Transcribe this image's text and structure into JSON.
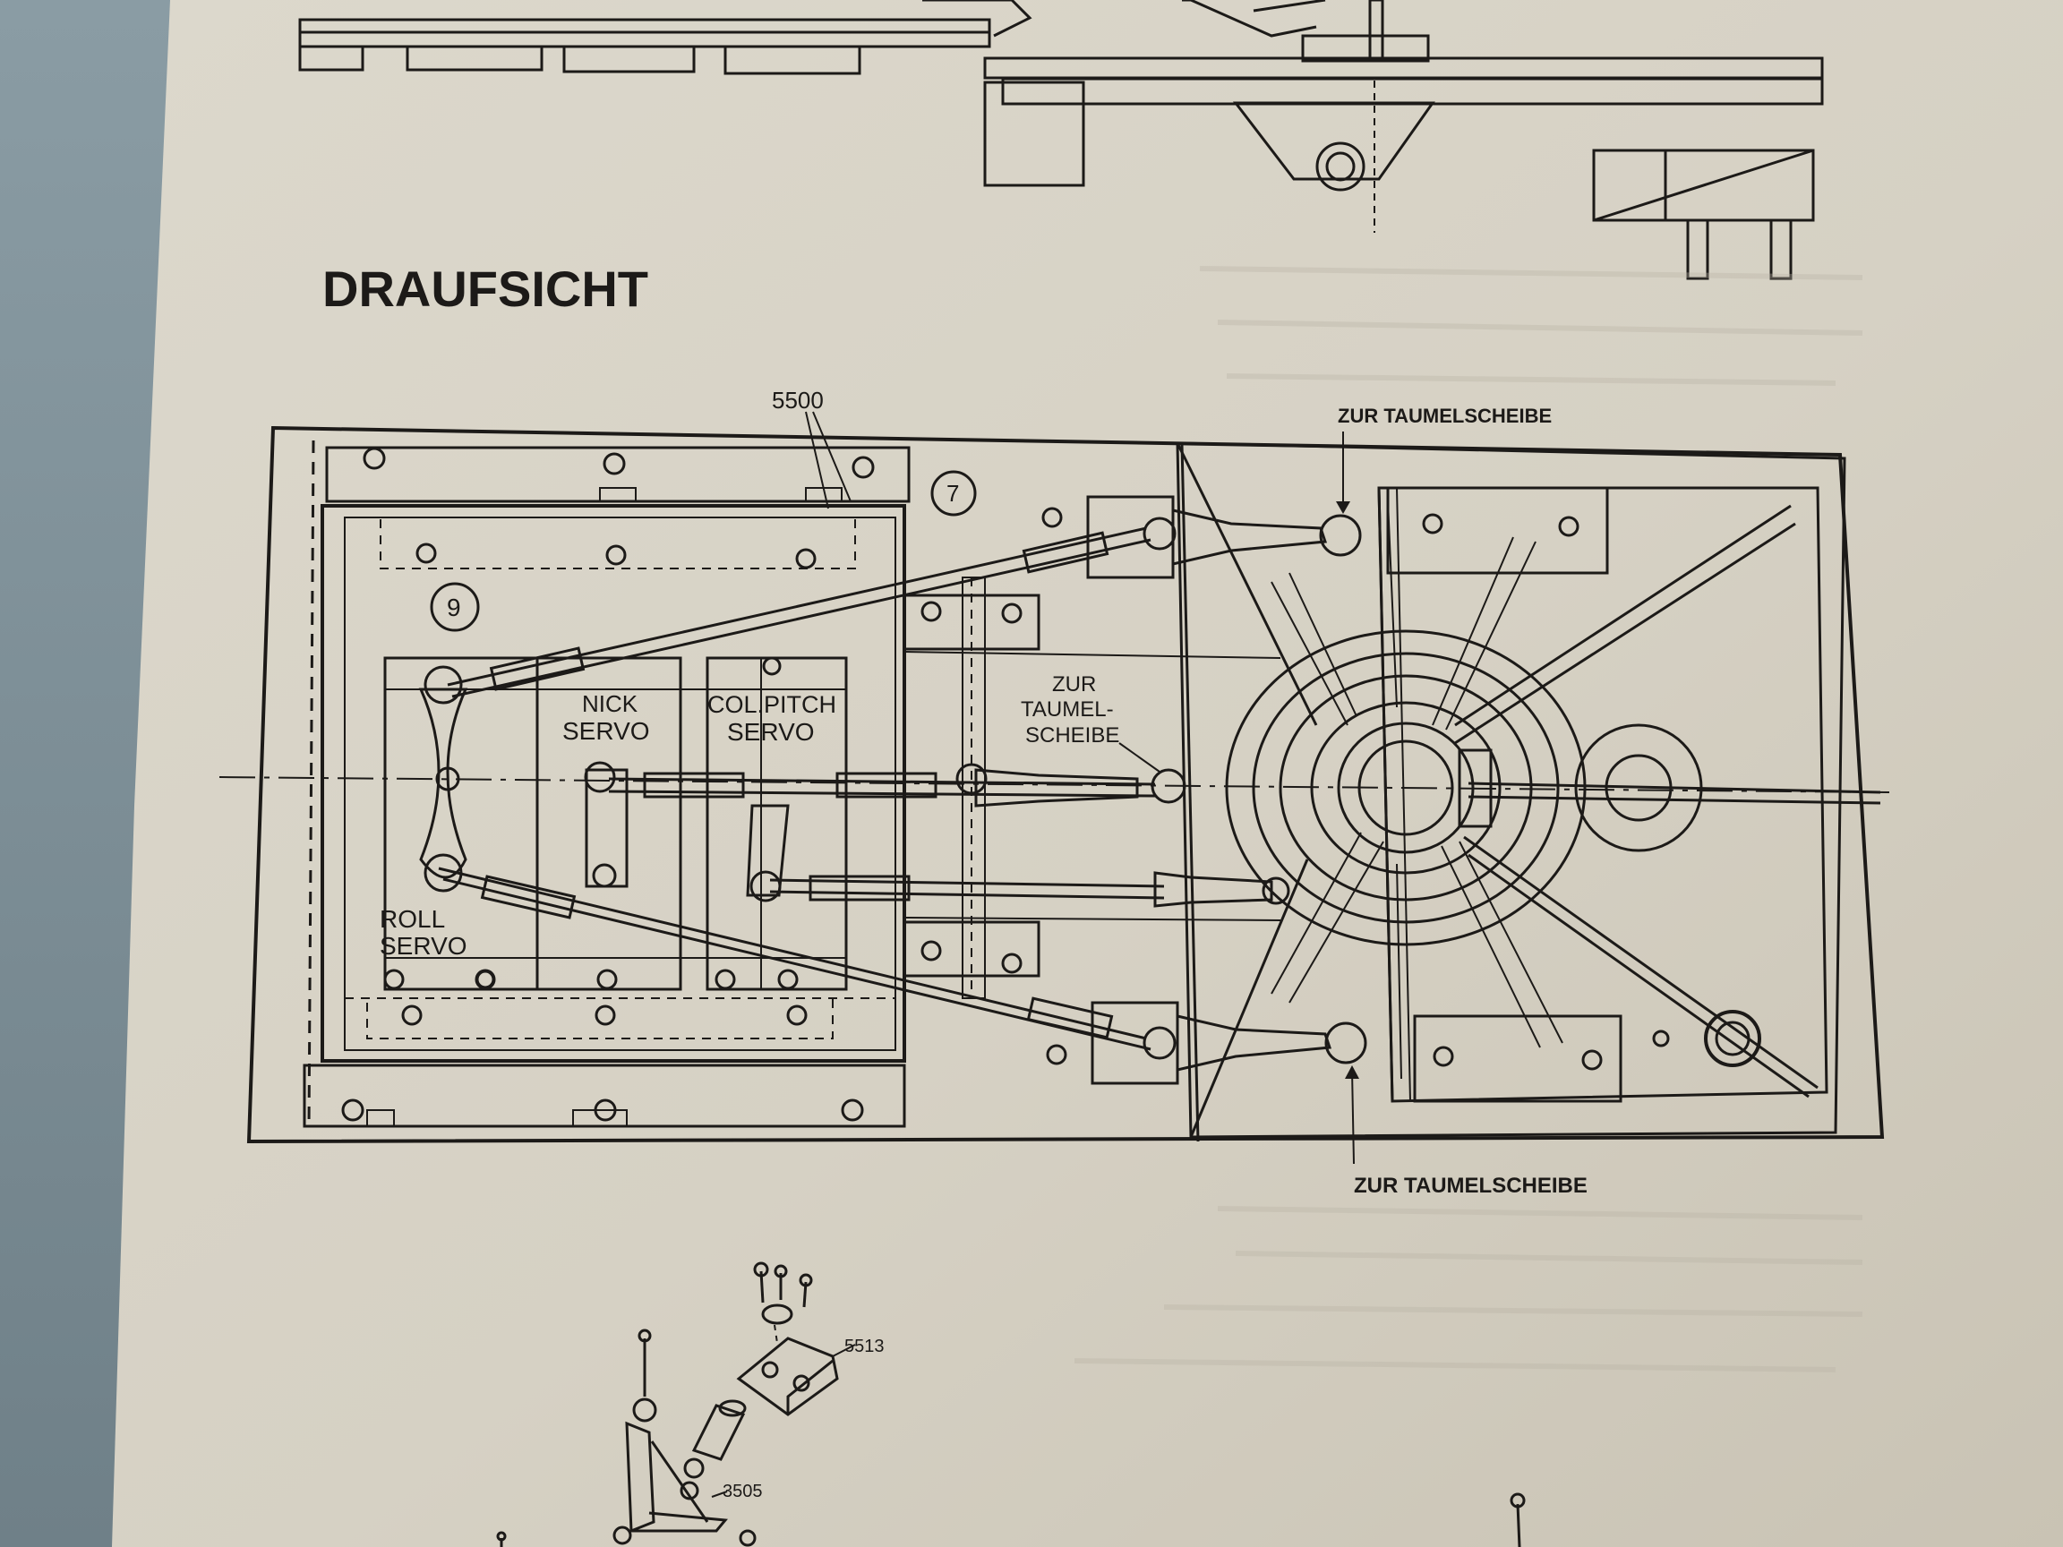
{
  "photo": {
    "heading": "DRAUFSICHT",
    "part_numbers": {
      "p5500": "5500",
      "p5513": "5513",
      "p3505": "3505"
    },
    "callouts": {
      "c7": "7",
      "c9": "9"
    },
    "servo_labels": {
      "nick_line1": "NICK",
      "nick_line2": "SERVO",
      "col_line1": "COL.PITCH",
      "col_line2": "SERVO",
      "roll_line1": "ROLL",
      "roll_line2": "SERVO"
    },
    "swashplate_labels": {
      "top": "ZUR TAUMELSCHEIBE",
      "bottom": "ZUR TAUMELSCHEIBE",
      "center_line1": "ZUR",
      "center_line2": "TAUMEL-",
      "center_line3": "SCHEIBE"
    },
    "colors": {
      "paper": "#d9d4c8",
      "ink": "#1c1a18",
      "background_wall": "#7d8f98"
    }
  }
}
